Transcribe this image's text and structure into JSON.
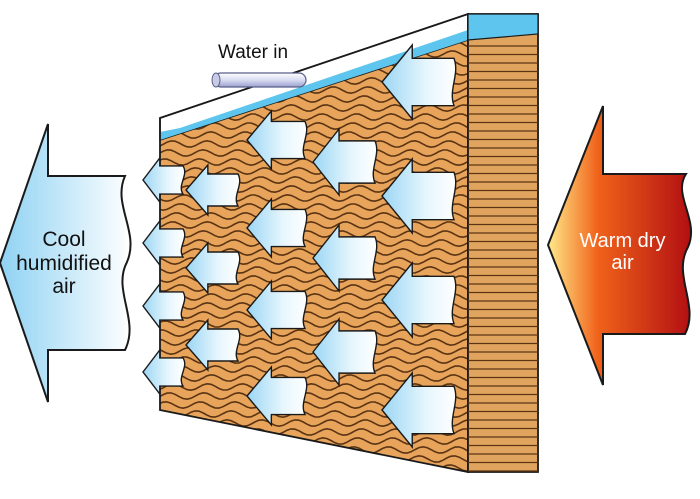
{
  "labels": {
    "water_in": "Water in",
    "cool_air": [
      "Cool",
      "humidified",
      "air"
    ],
    "warm_air": [
      "Warm dry",
      "air"
    ]
  },
  "colors": {
    "pad_fill": "#e8a45a",
    "pad_flutes": "#5a3414",
    "side_face": "#e0a45e",
    "water_film": "#5ec6ee",
    "cool_arrow_light": "#ffffff",
    "cool_arrow_dark": "#8fd2f3",
    "warm_arrow_light": "#ffe98a",
    "warm_arrow_mid": "#f0621a",
    "warm_arrow_dark": "#b20f12",
    "outline": "#1a1a1a"
  },
  "icons": {
    "water_pipe": "water-pipe-icon",
    "airflow_arrow": "airflow-arrow-icon"
  }
}
